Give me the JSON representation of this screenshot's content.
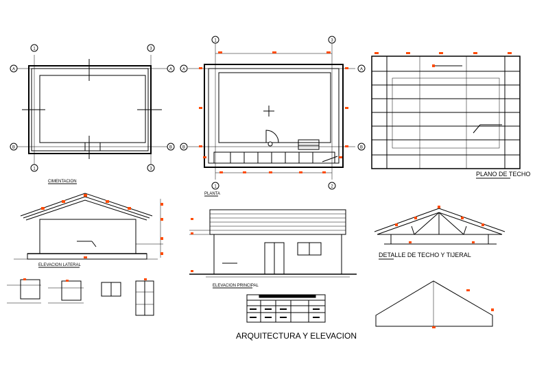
{
  "sheet_title": "ARQUITECTURA Y ELEVACION",
  "views": {
    "cimentacion": "CIMENTACION",
    "planta": "PLANTA",
    "plano_techo": "PLANO DE TECHO",
    "elevacion_lateral": "ELEVACION LATERAL",
    "elevacion_principal": "ELEVACION PRINCIPAL",
    "detalle_techo": "DETALLE DE TECHO Y TIJERAL"
  },
  "grid_axes": {
    "col_start": "1",
    "col_mid": "2",
    "col_end": "3",
    "row_top": "A",
    "row_bottom": "B"
  },
  "colors": {
    "line": "#000000",
    "dimension_marker": "#ff4a00",
    "background": "#ffffff"
  }
}
